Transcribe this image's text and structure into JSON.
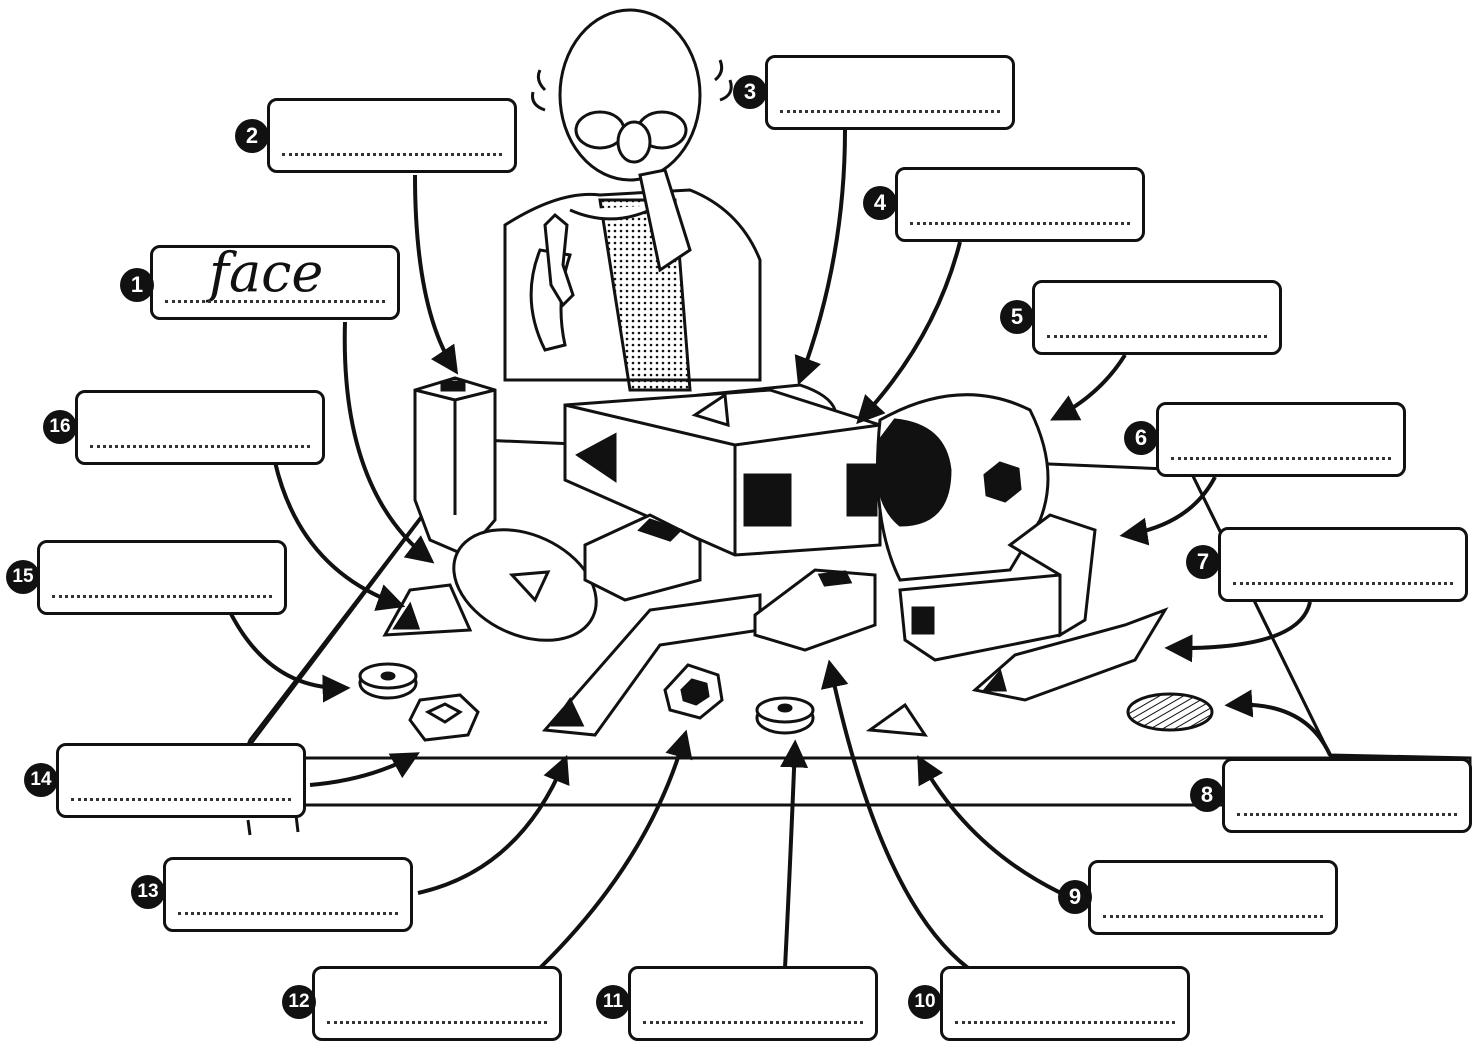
{
  "labels": [
    {
      "num": "1",
      "answer": "face"
    },
    {
      "num": "2",
      "answer": ""
    },
    {
      "num": "3",
      "answer": ""
    },
    {
      "num": "4",
      "answer": ""
    },
    {
      "num": "5",
      "answer": ""
    },
    {
      "num": "6",
      "answer": ""
    },
    {
      "num": "7",
      "answer": ""
    },
    {
      "num": "8",
      "answer": ""
    },
    {
      "num": "9",
      "answer": ""
    },
    {
      "num": "10",
      "answer": ""
    },
    {
      "num": "11",
      "answer": ""
    },
    {
      "num": "12",
      "answer": ""
    },
    {
      "num": "13",
      "answer": ""
    },
    {
      "num": "14",
      "answer": ""
    },
    {
      "num": "15",
      "answer": ""
    },
    {
      "num": "16",
      "answer": ""
    }
  ]
}
